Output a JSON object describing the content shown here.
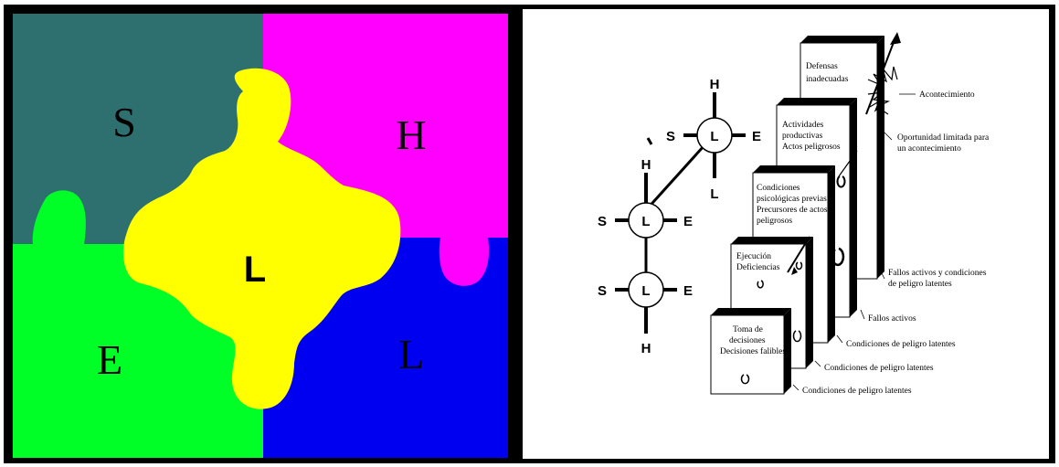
{
  "shell": {
    "puzzle": {
      "top_left": "S",
      "top_right": "H",
      "bottom_left": "E",
      "bottom_right": "L",
      "center": "L",
      "colors": {
        "top_left": "#2e7070",
        "top_right": "#ff00ff",
        "bottom_left": "#00ff27",
        "bottom_right": "#0000f0",
        "center": "#ffff00"
      }
    },
    "hubs": [
      {
        "center": "L",
        "top": "H",
        "left": "S",
        "right": "E",
        "bottom": "L"
      },
      {
        "center": "L",
        "top": "H",
        "left": "S",
        "right": "E",
        "bottom": ""
      },
      {
        "center": "L",
        "top": "",
        "left": "S",
        "right": "E",
        "bottom": "H"
      }
    ]
  },
  "reason": {
    "plates": [
      {
        "lines": [
          "Defensas",
          "inadecuadas"
        ]
      },
      {
        "lines": [
          "Actividades",
          "productivas",
          "Actos peligrosos"
        ]
      },
      {
        "lines": [
          "Condiciones",
          "psicológicas previas",
          "Precursores de actos",
          "peligrosos"
        ]
      },
      {
        "lines": [
          "Ejecución",
          "Deficiencias"
        ]
      },
      {
        "lines": [
          "Toma de",
          "decisiones",
          "Decisiones falibles"
        ]
      }
    ],
    "labels": {
      "accident": "Acontecimiento",
      "opportunity": [
        "Oportunidad limitada para",
        "un acontecimiento"
      ],
      "active_latent": [
        "Fallos activos y condiciones",
        "de peligro latentes"
      ],
      "active": "Fallos activos",
      "latent_1": "Condiciones de peligro latentes",
      "latent_2": "Condiciones de peligro latentes",
      "latent_3": "Condiciones de peligro latentes"
    }
  }
}
